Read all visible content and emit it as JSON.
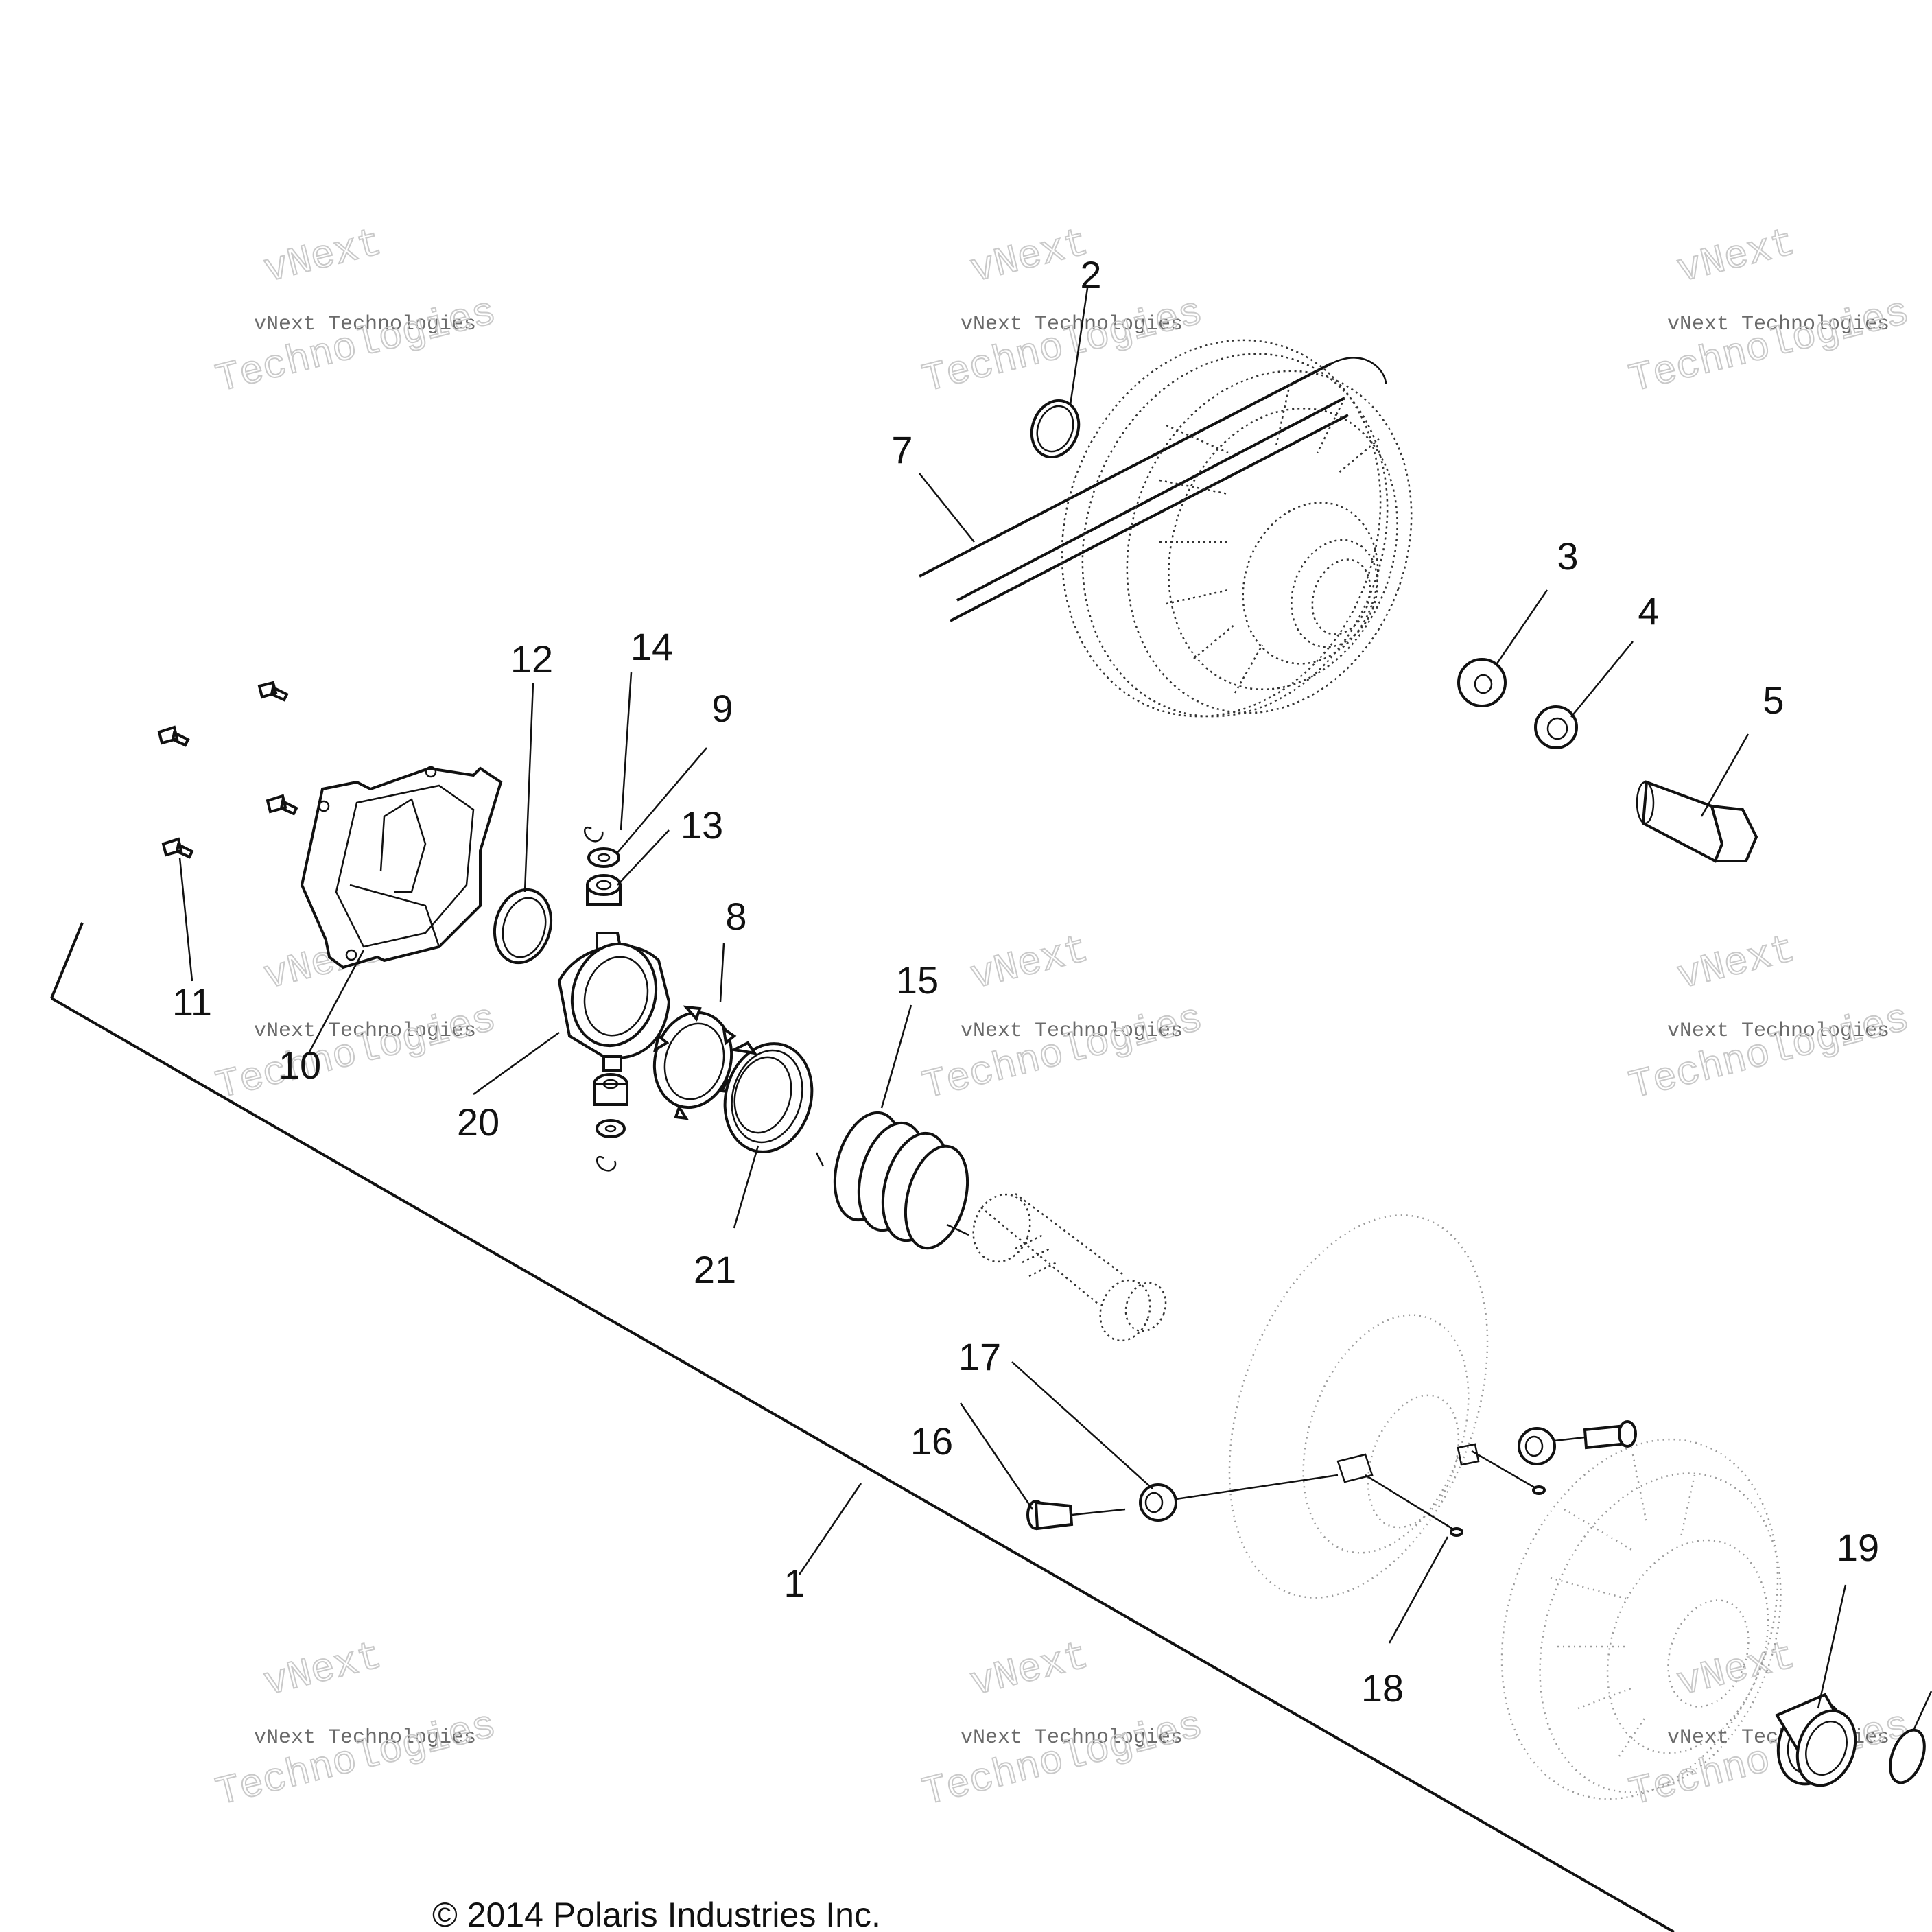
{
  "callouts": [
    "1",
    "2",
    "3",
    "4",
    "5",
    "7",
    "8",
    "9",
    "10",
    "11",
    "12",
    "13",
    "14",
    "15",
    "16",
    "17",
    "18",
    "19",
    "20",
    "21"
  ],
  "watermark": {
    "line1": "vNext",
    "line2": "vNext Technologies",
    "line3": "Technologies"
  },
  "copyright": "© 2014 Polaris Industries Inc."
}
